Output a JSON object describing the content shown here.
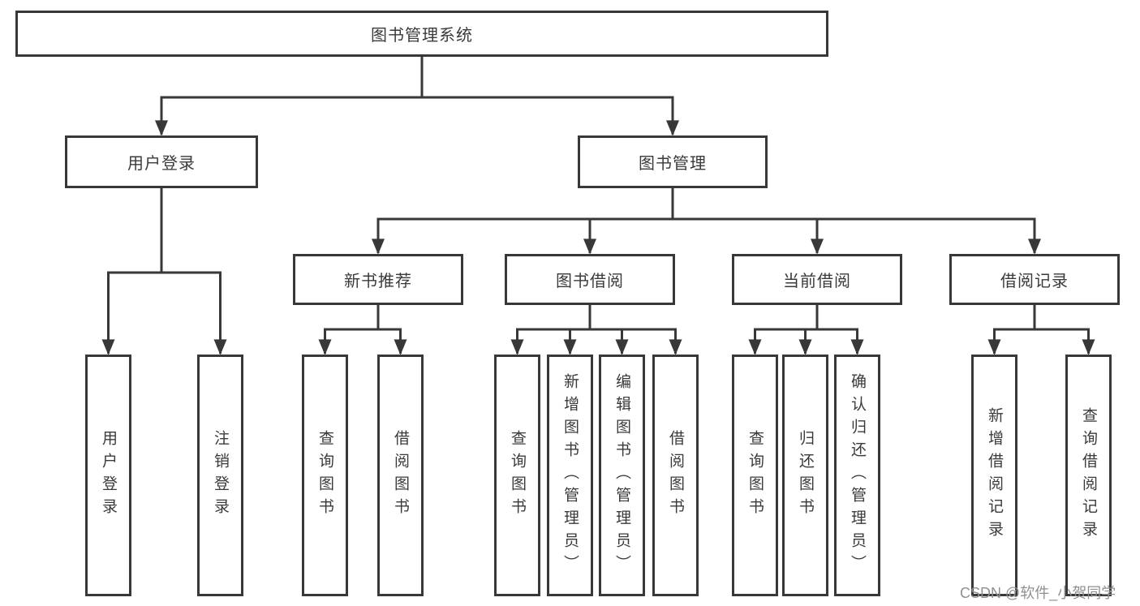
{
  "diagram": {
    "root": {
      "label": "图书管理系统"
    },
    "level2": [
      {
        "label": "用户登录"
      },
      {
        "label": "图书管理"
      }
    ],
    "level3": [
      {
        "label": "新书推荐",
        "parent": "图书管理"
      },
      {
        "label": "图书借阅",
        "parent": "图书管理"
      },
      {
        "label": "当前借阅",
        "parent": "图书管理"
      },
      {
        "label": "借阅记录",
        "parent": "图书管理"
      }
    ],
    "leaves": [
      {
        "label": "用户登录",
        "parent": "用户登录"
      },
      {
        "label": "注销登录",
        "parent": "用户登录"
      },
      {
        "label": "查询图书",
        "parent": "新书推荐"
      },
      {
        "label": "借阅图书",
        "parent": "新书推荐"
      },
      {
        "label": "查询图书",
        "parent": "图书借阅"
      },
      {
        "label": "新增图书（管理员）",
        "parent": "图书借阅"
      },
      {
        "label": "编辑图书（管理员）",
        "parent": "图书借阅"
      },
      {
        "label": "借阅图书",
        "parent": "图书借阅"
      },
      {
        "label": "查询图书",
        "parent": "当前借阅"
      },
      {
        "label": "归还图书",
        "parent": "当前借阅"
      },
      {
        "label": "确认归还（管理员）",
        "parent": "当前借阅"
      },
      {
        "label": "新增借阅记录",
        "parent": "借阅记录"
      },
      {
        "label": "查询借阅记录",
        "parent": "借阅记录"
      }
    ],
    "watermark": "CSDN @软件_小贺同学",
    "colors": {
      "line": "#383838",
      "text": "#3a3a3a",
      "box_background": "#ffffff",
      "watermark": "#909090",
      "background": "#ffffff"
    }
  }
}
